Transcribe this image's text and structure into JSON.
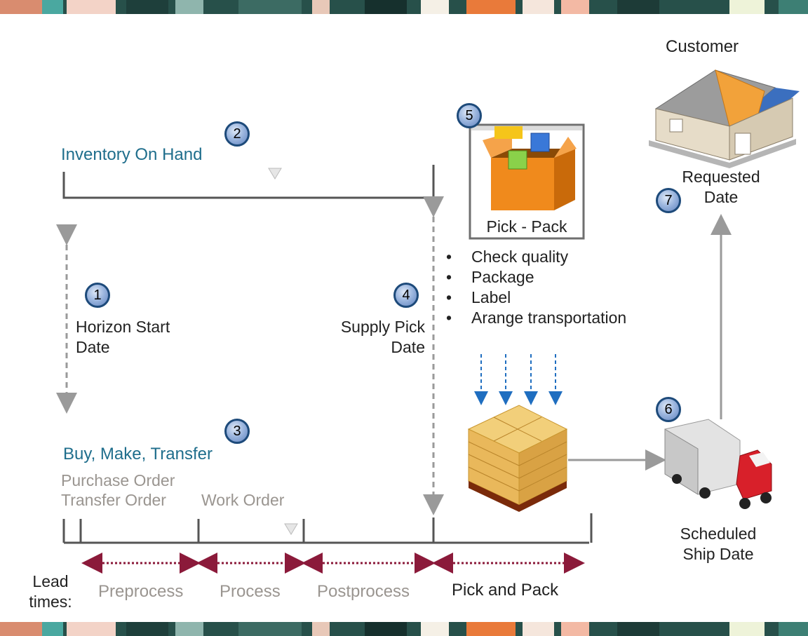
{
  "labels": {
    "customer": "Customer",
    "inventory_on_hand": "Inventory On Hand",
    "requested_date": "Requested\nDate",
    "pick_pack": "Pick - Pack",
    "horizon_start_date": "Horizon Start\nDate",
    "supply_pick_date": "Supply Pick\nDate",
    "buy_make_transfer": "Buy, Make, Transfer",
    "purchase_order": "Purchase Order",
    "transfer_order": "Transfer Order",
    "work_order": "Work Order",
    "scheduled_ship_date": "Scheduled\nShip Date",
    "lead_times": "Lead\ntimes:"
  },
  "badges": [
    "1",
    "2",
    "3",
    "4",
    "5",
    "6",
    "7"
  ],
  "pick_pack_tasks": [
    "Check quality",
    "Package",
    "Label",
    "Arange transportation"
  ],
  "lead_time_phases": [
    "Preprocess",
    "Process",
    "Postprocess",
    "Pick and Pack"
  ],
  "colors": {
    "label_blue": "#1f6e8c",
    "badge_border": "#1d4a7a",
    "timeline_line": "#555555",
    "lead_arrow": "#8b1a3a",
    "dashed_arrow": "#9a9a9a",
    "muted_text": "#9a9590"
  },
  "icons": [
    "store-icon",
    "open-box-icon",
    "pallet-boxes-icon",
    "delivery-truck-icon"
  ]
}
